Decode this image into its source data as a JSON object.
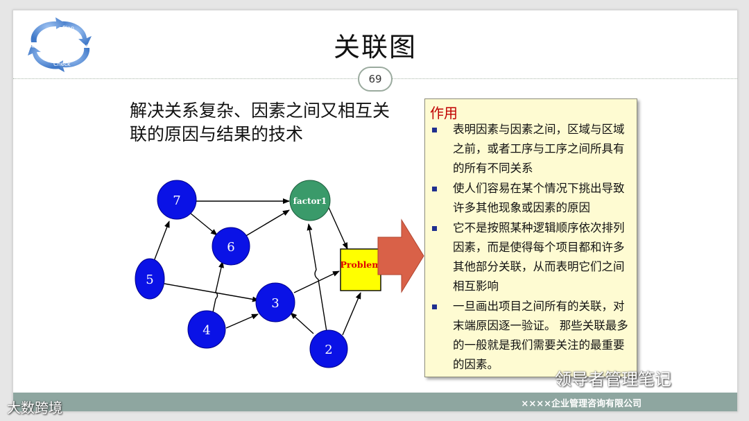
{
  "slide": {
    "title": "关联图",
    "page_number": "69",
    "subtitle": "解决关系复杂、因素之间又相互关联的原因与结果的技术"
  },
  "pdca": {
    "plan": "Plan",
    "do": "Do",
    "check": "Check",
    "act": "Act"
  },
  "diagram": {
    "nodes": {
      "n7": "7",
      "n6": "6",
      "n5": "5",
      "n4": "4",
      "n3": "3",
      "n2": "2",
      "factor1": "factor1",
      "problem": "Problem"
    }
  },
  "panel": {
    "title": "作用",
    "items": [
      "表明因素与因素之间，区域与区域之前，或者工序与工序之间所具有的所有不同关系",
      "使人们容易在某个情况下挑出导致许多其他现象或因素的原因",
      "它不是按照某种逻辑顺序依次排列因素，而是使得每个项目都和许多其他部分关联，从而表明它们之间相互影响",
      "一旦画出项目之间所有的关联，对末端原因逐一验证。 那些关联最多的一般就是我们需要关注的最重要的因素。"
    ]
  },
  "footer": {
    "company": "××××企业管理咨询有限公司"
  },
  "watermarks": {
    "right": "领导者管理笔记",
    "left": "大数跨境"
  },
  "colors": {
    "node_blue": "#0a12e6",
    "factor_green": "#3a9a6a",
    "problem_yellow": "#ffff00",
    "problem_text": "#e00000",
    "arrow_red": "#d96148",
    "panel_title": "#c00000",
    "bullet": "#1f2f8f",
    "footer_bar": "#8ea6a0"
  }
}
